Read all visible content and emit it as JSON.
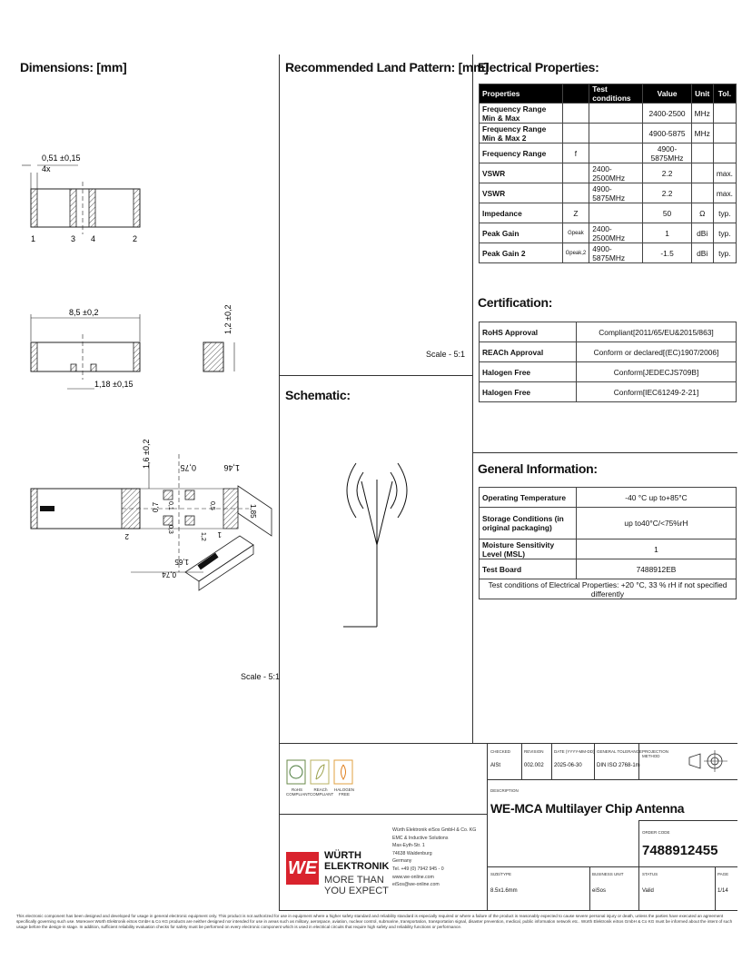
{
  "sections": {
    "dimensions": "Dimensions: [mm]",
    "land_pattern": "Recommended Land Pattern: [mm]",
    "electrical": "Electrical Properties:",
    "certification": "Certification:",
    "schematic": "Schematic:",
    "general": "General Information:"
  },
  "scale_label": "Scale - 5:1",
  "dim_labels": {
    "d051": "0,51 ±0,15",
    "x4": "4x",
    "p1": "1",
    "p3": "3",
    "p4": "4",
    "p2": "2",
    "d85": "8,5 ±0,2",
    "d12": "1,2 ±0,2",
    "d118": "1,18 ±0,15",
    "d16": "1,6 ±0,2",
    "d075": "0,75",
    "d146": "1,46",
    "d07": "0,7",
    "d165": "1,65",
    "d074": "0,74",
    "d01": "0,1",
    "d03": "0,3",
    "d12b": "1,2",
    "d05": "0,5",
    "d185": "1,85",
    "p2b": "2",
    "p1b": "1"
  },
  "electrical_table": {
    "headers": [
      "Properties",
      "",
      "Test conditions",
      "Value",
      "Unit",
      "Tol."
    ],
    "rows": [
      [
        "Frequency Range Min & Max",
        "",
        "",
        "2400-2500",
        "MHz",
        ""
      ],
      [
        "Frequency Range Min & Max 2",
        "",
        "",
        "4900-5875",
        "MHz",
        ""
      ],
      [
        "Frequency Range",
        "f",
        "",
        "4900-5875MHz",
        "",
        ""
      ],
      [
        "VSWR",
        "",
        "2400-2500MHz",
        "2.2",
        "",
        "max."
      ],
      [
        "VSWR",
        "",
        "4900-5875MHz",
        "2.2",
        "",
        "max."
      ],
      [
        "Impedance",
        "Z",
        "",
        "50",
        "Ω",
        "typ."
      ],
      [
        "Peak Gain",
        "Gpeak",
        "2400-2500MHz",
        "1",
        "dBi",
        "typ."
      ],
      [
        "Peak Gain 2",
        "Gpeak,2",
        "4900-5875MHz",
        "-1.5",
        "dBi",
        "typ."
      ]
    ]
  },
  "certification_table": [
    [
      "RoHS Approval",
      "Compliant[2011/65/EU&2015/863]"
    ],
    [
      "REACh Approval",
      "Conform or declared[(EC)1907/2006]"
    ],
    [
      "Halogen Free",
      "Conform[JEDECJS709B]"
    ],
    [
      "Halogen Free",
      "Conform[IEC61249-2-21]"
    ]
  ],
  "general_table": [
    [
      "Operating Temperature",
      "-40 °C up to+85°C"
    ],
    [
      "Storage Conditions (in original packaging)",
      "up to40°C/<75%rH"
    ],
    [
      "Moisture Sensitivity Level (MSL)",
      "1"
    ],
    [
      "Test Board",
      "7488912EB"
    ]
  ],
  "general_note": "Test conditions of Electrical Properties: +20 °C, 33 % rH if not specified differently",
  "title_block": {
    "checked_label": "CHECKED",
    "checked": "AlSt",
    "revision_label": "REVISION",
    "revision": "002.002",
    "date_label": "DATE (YYYY-MM-DD)",
    "date": "2025-06-30",
    "tolerance_label": "GENERAL TOLERANCE",
    "tolerance": "DIN ISO 2768-1m",
    "projection_label": "PROJECTION METHOD",
    "description_label": "DESCRIPTION",
    "description": "WE-MCA Multilayer Chip Antenna",
    "order_label": "ORDER CODE",
    "order_code": "7488912455",
    "size_label": "SIZE/TYPE",
    "size": "8.5x1.6mm",
    "business_label": "BUSINESS UNIT",
    "business": "eiSos",
    "status_label": "STATUS",
    "status": "Valid",
    "page_label": "PAGE",
    "page": "1/14"
  },
  "badges": [
    "RoHS COMPLIANT",
    "REACh COMPLIANT",
    "HALOGEN FREE"
  ],
  "company": {
    "logo_name": "WÜRTH",
    "logo_name2": "ELEKTRONIK",
    "slogan1": "MORE THAN",
    "slogan2": "YOU EXPECT",
    "address": [
      "Würth Elektronik eiSos GmbH & Co. KG",
      "EMC & Inductive Solutions",
      "Max-Eyth-Str. 1",
      "74638 Waldenburg",
      "Germany",
      "Tel. +49 (0) 7942 945 - 0",
      "www.we-online.com",
      "eiSos@we-online.com"
    ]
  },
  "disclaimer": "This electronic component has been designed and developed for usage in general electronic equipment only. This product is not authorized for use in equipment where a higher safety standard and reliability standard is especially required or where a failure of the product is reasonably expected to cause severe personal injury or death, unless the parties have executed an agreement specifically governing such use. Moreover Würth Elektronik eiSos GmbH & Co KG products are neither designed nor intended for use in areas such as military, aerospace, aviation, nuclear control, submarine, transportation, transportation signal, disaster prevention, medical, public information network etc.. Würth Elektronik eiSos GmbH & Co KG must be informed about the intent of such usage before the design-in stage. In addition, sufficient reliability evaluation checks for safety must be performed on every electronic component which is used in electrical circuits that require high safety and reliability functions or performance."
}
